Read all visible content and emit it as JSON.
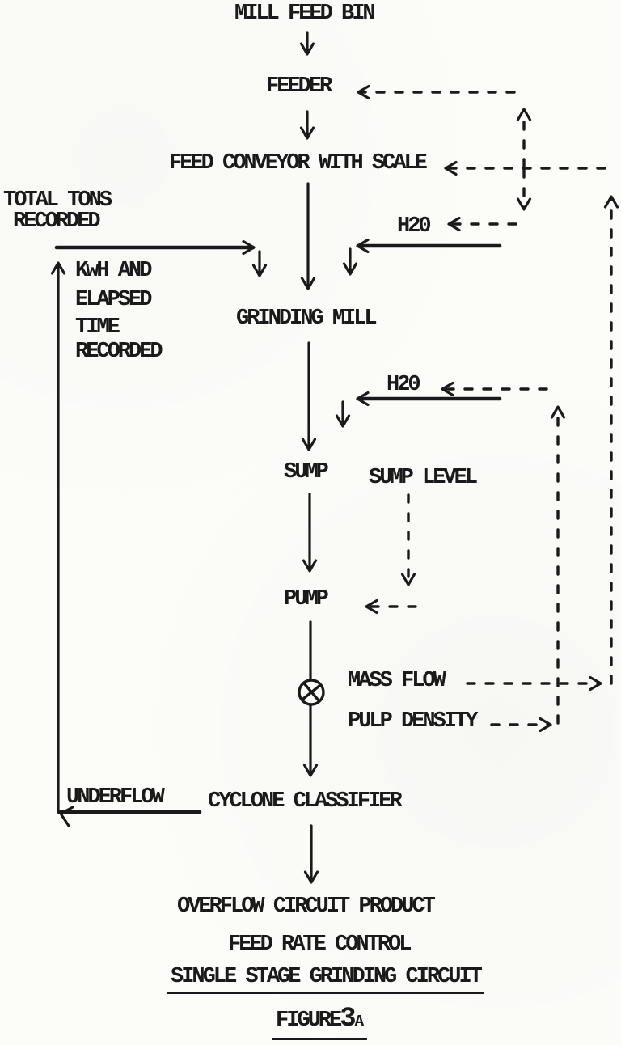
{
  "diagram": {
    "title": "Single stage grinding circuit feed rate control flow diagram",
    "nodes": {
      "mill_feed_bin": "MILL FEED BIN",
      "feeder": "FEEDER",
      "feed_conveyor": "FEED CONVEYOR WITH SCALE",
      "grinding_mill": "GRINDING MILL",
      "sump": "SUMP",
      "pump": "PUMP",
      "cyclone_classifier": "CYCLONE CLASSIFIER"
    },
    "signals": {
      "h2o_mill": "H20",
      "h2o_sump": "H20",
      "sump_level": "SUMP LEVEL",
      "mass_flow": "MASS FLOW",
      "pulp_density": "PULP DENSITY"
    },
    "streams": {
      "underflow": "UNDERFLOW"
    },
    "annotations": {
      "total_tons": [
        "TOTAL TONS",
        "RECORDED"
      ],
      "kwh": [
        "KwH AND",
        "ELAPSED",
        "TIME",
        "RECORDED"
      ]
    },
    "caption": {
      "line1": "OVERFLOW CIRCUIT PRODUCT",
      "line2": "FEED RATE CONTROL",
      "line3": "SINGLE STAGE GRINDING CIRCUIT",
      "figure_word": "FIGURE",
      "figure_number": "3",
      "figure_suffix": "A"
    },
    "icons": {
      "flow_meter": "crossed-circle flow meter symbol"
    },
    "colors": {
      "ink": "#1a1a1a",
      "paper": "#fcfcf9"
    }
  }
}
